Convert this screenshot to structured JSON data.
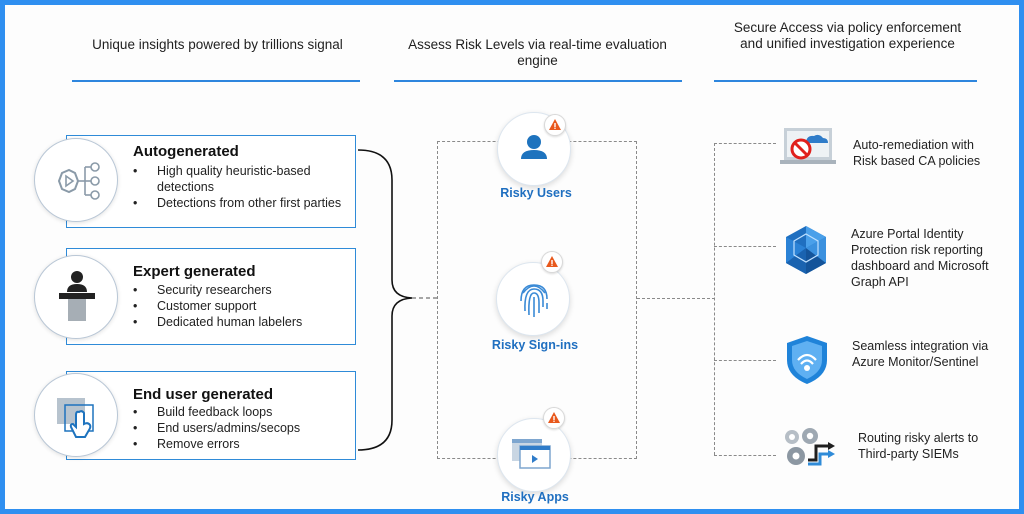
{
  "columns": [
    {
      "heading": "Unique insights powered by trillions signal"
    },
    {
      "heading": "Assess Risk Levels via real-time evaluation engine"
    },
    {
      "heading": "Secure Access via policy enforcement and unified investigation experience"
    }
  ],
  "sources": [
    {
      "title": "Autogenerated",
      "icon": "flow-icon",
      "bullets": [
        "High quality heuristic-based detections",
        "Detections from other first parties"
      ]
    },
    {
      "title": "Expert generated",
      "icon": "presenter-icon",
      "bullets": [
        "Security researchers",
        "Customer support",
        "Dedicated human labelers"
      ]
    },
    {
      "title": "End user generated",
      "icon": "touch-icon",
      "bullets": [
        "Build feedback loops",
        "End users/admins/secops",
        "Remove errors"
      ]
    }
  ],
  "risks": [
    {
      "label": "Risky Users",
      "icon": "user-icon"
    },
    {
      "label": "Risky Sign-ins",
      "icon": "fingerprint-icon"
    },
    {
      "label": "Risky Apps",
      "icon": "app-window-icon"
    }
  ],
  "outcomes": [
    {
      "text": "Auto-remediation with Risk based CA policies",
      "icon": "blocked-cloud-icon"
    },
    {
      "text": "Azure Portal Identity Protection risk reporting dashboard and Microsoft Graph API",
      "icon": "identity-protection-icon"
    },
    {
      "text": "Seamless integration via Azure Monitor/Sentinel",
      "icon": "sentinel-shield-icon"
    },
    {
      "text": "Routing risky alerts to Third-party SIEMs",
      "icon": "gears-routing-icon"
    }
  ],
  "colors": {
    "accent": "#2f8bd8",
    "border": "#2f8ff0",
    "label_blue": "#1f6fc0",
    "warning": "#e8581c"
  }
}
